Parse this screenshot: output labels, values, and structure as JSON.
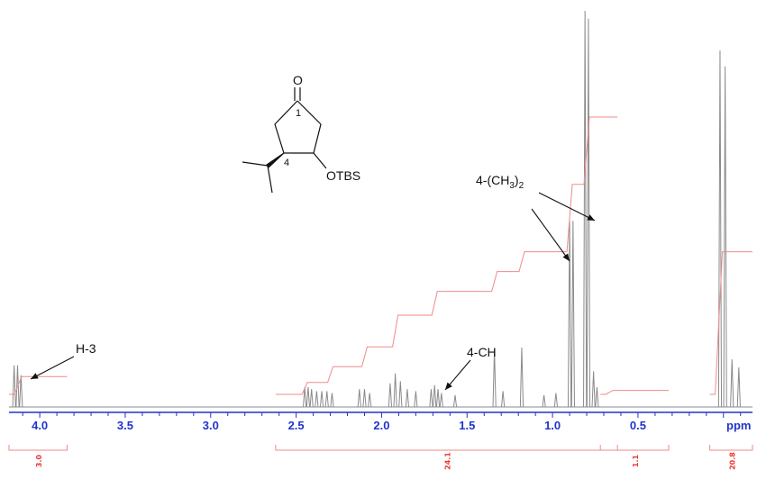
{
  "chart_data": {
    "type": "line",
    "xlabel": "ppm",
    "xlim": [
      4.18,
      -0.17
    ],
    "x_reversed": true,
    "ticks": [
      {
        "value": 4.0,
        "label": "4.0"
      },
      {
        "value": 3.5,
        "label": "3.5"
      },
      {
        "value": 3.0,
        "label": "3.0"
      },
      {
        "value": 2.5,
        "label": "2.5"
      },
      {
        "value": 2.0,
        "label": "2.0"
      },
      {
        "value": 1.5,
        "label": "1.5"
      },
      {
        "value": 1.0,
        "label": "1.0"
      },
      {
        "value": 0.5,
        "label": "0.5"
      }
    ],
    "ylim": [
      0,
      1
    ],
    "peaks": [
      {
        "ppm": 4.15,
        "height": 0.105
      },
      {
        "ppm": 4.13,
        "height": 0.105
      },
      {
        "ppm": 4.11,
        "height": 0.08
      },
      {
        "ppm": 2.45,
        "height": 0.05
      },
      {
        "ppm": 2.43,
        "height": 0.05
      },
      {
        "ppm": 2.41,
        "height": 0.045
      },
      {
        "ppm": 2.38,
        "height": 0.04
      },
      {
        "ppm": 2.35,
        "height": 0.04
      },
      {
        "ppm": 2.32,
        "height": 0.04
      },
      {
        "ppm": 2.29,
        "height": 0.035
      },
      {
        "ppm": 2.13,
        "height": 0.045
      },
      {
        "ppm": 2.1,
        "height": 0.045
      },
      {
        "ppm": 2.07,
        "height": 0.035
      },
      {
        "ppm": 1.95,
        "height": 0.06
      },
      {
        "ppm": 1.92,
        "height": 0.085
      },
      {
        "ppm": 1.89,
        "height": 0.065
      },
      {
        "ppm": 1.85,
        "height": 0.045
      },
      {
        "ppm": 1.8,
        "height": 0.04
      },
      {
        "ppm": 1.71,
        "height": 0.045
      },
      {
        "ppm": 1.69,
        "height": 0.055
      },
      {
        "ppm": 1.67,
        "height": 0.045
      },
      {
        "ppm": 1.65,
        "height": 0.035
      },
      {
        "ppm": 1.57,
        "height": 0.03
      },
      {
        "ppm": 1.34,
        "height": 0.145
      },
      {
        "ppm": 1.29,
        "height": 0.04
      },
      {
        "ppm": 1.18,
        "height": 0.15
      },
      {
        "ppm": 1.05,
        "height": 0.03
      },
      {
        "ppm": 0.98,
        "height": 0.035
      },
      {
        "ppm": 0.9,
        "height": 0.47
      },
      {
        "ppm": 0.88,
        "height": 0.47
      },
      {
        "ppm": 0.81,
        "height": 1.0
      },
      {
        "ppm": 0.79,
        "height": 0.98
      },
      {
        "ppm": 0.76,
        "height": 0.09
      },
      {
        "ppm": 0.74,
        "height": 0.05
      },
      {
        "ppm": 0.02,
        "height": 0.9
      },
      {
        "ppm": -0.01,
        "height": 0.86
      },
      {
        "ppm": -0.05,
        "height": 0.12
      },
      {
        "ppm": -0.09,
        "height": 0.1
      }
    ],
    "integral_curves": [
      {
        "from": 4.18,
        "to": 3.84,
        "start_level": 0.0,
        "end_level": 0.045,
        "label": "3.0"
      },
      {
        "from": 2.62,
        "to": 0.62,
        "start_level": 0.0,
        "end_level": 0.7,
        "label": "24.1",
        "steps": [
          {
            "ppm": 2.45,
            "level": 0.03
          },
          {
            "ppm": 2.3,
            "level": 0.07
          },
          {
            "ppm": 2.1,
            "level": 0.12
          },
          {
            "ppm": 1.92,
            "level": 0.2
          },
          {
            "ppm": 1.69,
            "level": 0.26
          },
          {
            "ppm": 1.34,
            "level": 0.31
          },
          {
            "ppm": 1.18,
            "level": 0.36
          },
          {
            "ppm": 0.9,
            "level": 0.53
          },
          {
            "ppm": 0.8,
            "level": 0.7
          }
        ]
      },
      {
        "from": 0.72,
        "to": 0.32,
        "start_level": 0.0,
        "end_level": 0.01,
        "label": "1.1"
      },
      {
        "from": 0.08,
        "to": -0.17,
        "start_level": 0.0,
        "end_level": 0.36,
        "label": "20.8"
      }
    ],
    "annotations": [
      {
        "text": "H-3",
        "ppm": 4.12
      },
      {
        "text": "4-CH",
        "ppm": 1.69
      },
      {
        "text": "4-(CH",
        "sub": "3",
        "tail": ")",
        "sub2": "2",
        "ppm": 0.8
      }
    ]
  },
  "molecule": {
    "carbonyl_atom": "O",
    "substituent": "OTBS",
    "numbers": [
      "1",
      "4"
    ]
  },
  "colors": {
    "spectrum": "#8a8a8a",
    "integral": "#f08a8a",
    "axis": "#2233cc",
    "integral_label": "#ee3333"
  }
}
